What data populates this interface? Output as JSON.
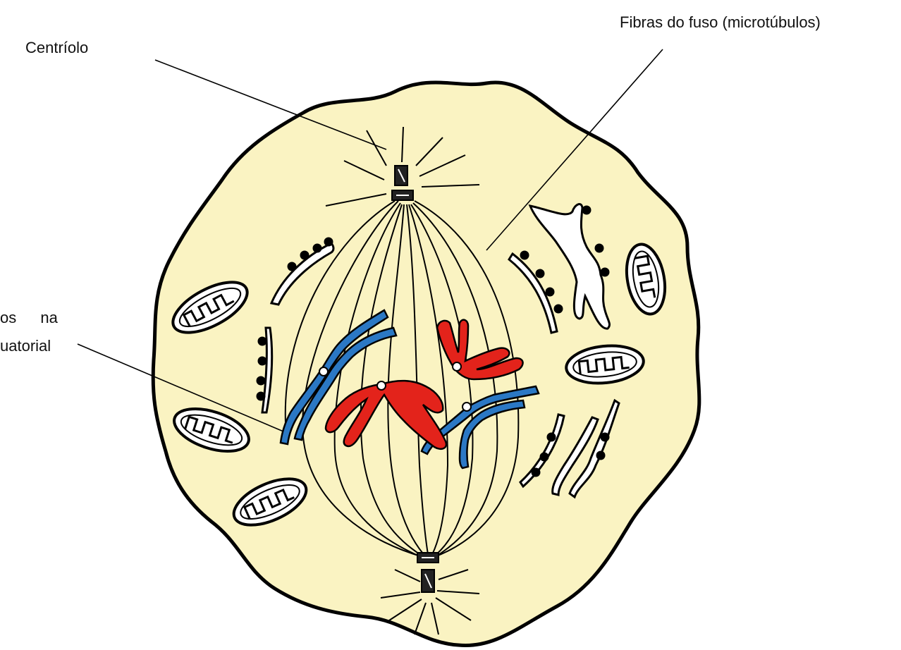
{
  "labels": {
    "centriole": "Centríolo",
    "spindle_fibers": "Fibras do fuso (microtúbulos)",
    "chromosomes_line1": "os na",
    "chromosomes_line2": "uatorial"
  },
  "colors": {
    "cytoplasm": "#faf3c2",
    "outline": "#000000",
    "chromosome_blue": "#2b78c4",
    "chromosome_red": "#e3231b",
    "organelle_fill": "#ffffff"
  }
}
